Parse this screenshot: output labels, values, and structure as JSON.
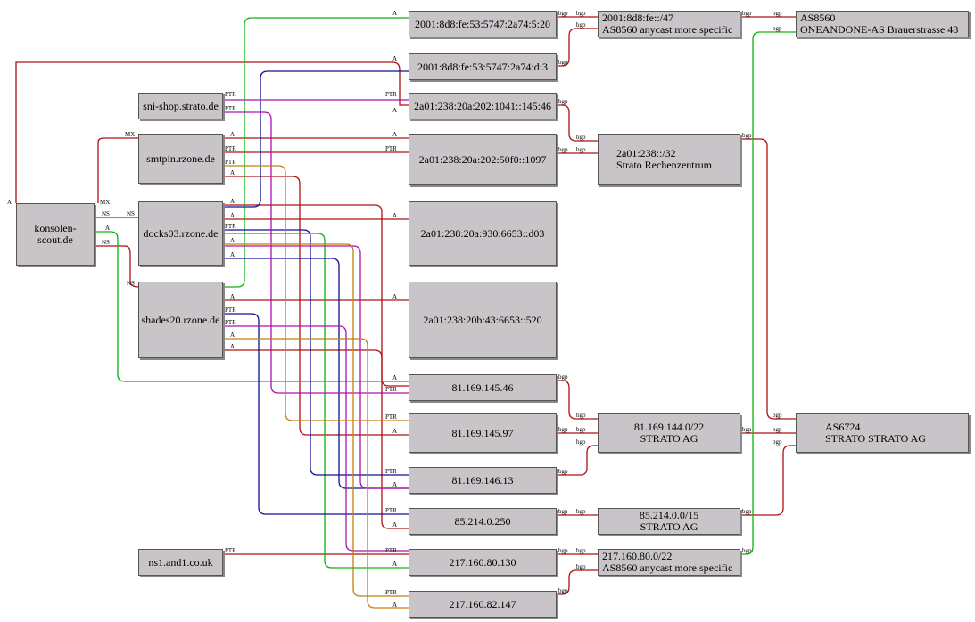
{
  "nodes": {
    "konsolen": "konsolen-scout.de",
    "sni": "sni-shop.strato.de",
    "smtpin": "smtpin.rzone.de",
    "docks": "docks03.rzone.de",
    "shades": "shades20.rzone.de",
    "ns1and1": "ns1.and1.co.uk",
    "ip6_5_20": "2001:8d8:fe:53:5747:2a74:5:20",
    "ip6_d_3": "2001:8d8:fe:53:5747:2a74:d:3",
    "ip6_145_46": "2a01:238:20a:202:1041::145:46",
    "ip6_1097": "2a01:238:20a:202:50f0::1097",
    "ip6_d03": "2a01:238:20a:930:6653::d03",
    "ip6_520": "2a01:238:20b:43:6653::520",
    "ip4_145_46": "81.169.145.46",
    "ip4_145_97": "81.169.145.97",
    "ip4_146_13": "81.169.146.13",
    "ip4_0_250": "85.214.0.250",
    "ip4_80_130": "217.160.80.130",
    "ip4_82_147": "217.160.82.147",
    "pfx_47_a": "2001:8d8:fe::/47",
    "pfx_47_b": "AS8560 anycast more specific",
    "pfx_32_a": "2a01:238::/32",
    "pfx_32_b": "Strato Rechenzentrum",
    "pfx_22a_a": "81.169.144.0/22",
    "pfx_22a_b": "STRATO AG",
    "pfx_15_a": "85.214.0.0/15",
    "pfx_15_b": "STRATO AG",
    "pfx_22b_a": "217.160.80.0/22",
    "pfx_22b_b": "AS8560 anycast more specific",
    "as8560_a": "AS8560",
    "as8560_b": "ONEANDONE-AS Brauerstrasse 48",
    "as6724_a": "AS6724",
    "as6724_b": "STRATO STRATO AG"
  },
  "edge_labels": {
    "a": "A",
    "mx": "MX",
    "ns": "NS",
    "ptr": "PTR",
    "bgp": "bgp"
  },
  "colors": {
    "red": "#b01010",
    "green": "#10b010",
    "blue": "#101090",
    "magenta": "#b010b0",
    "orange": "#c08010",
    "node_fill": "#c8c4c8"
  }
}
